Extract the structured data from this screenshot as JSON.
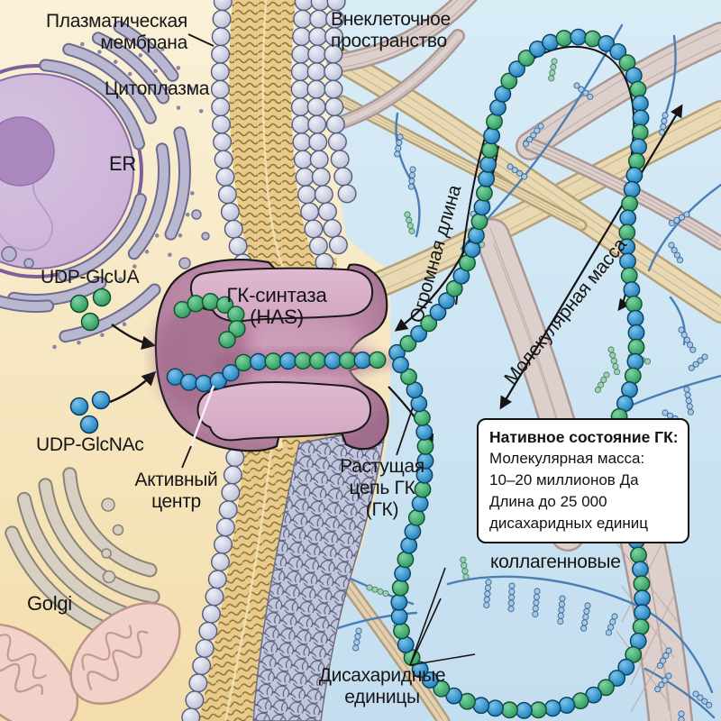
{
  "labels": {
    "plasma_membrane": [
      "Плазматическая",
      "мембрана"
    ],
    "cytoplasm": "Цитоплазма",
    "er": "ER",
    "udp_glcua": "UDP-GlcUA",
    "udp_glcnac": "UDP-GlcNAc",
    "active_center": [
      "Активный",
      "центр"
    ],
    "golgi": "Golgi",
    "extracellular_space": [
      "Внеклеточное",
      "пространство"
    ],
    "has_synthase": [
      "ГК-синтаза",
      "(HAS)"
    ],
    "huge_length": "Огромная длина",
    "molecular_mass": "Молекулярная масса",
    "growing_chain": [
      "Растущая",
      "цепь ГК",
      "(ГК)"
    ],
    "collagen": "коллагенновые",
    "disaccharide_units": [
      "Дисахаридные",
      "единицы"
    ]
  },
  "info_box": {
    "title": "Нативное состояние ГК:",
    "lines": [
      "Молекулярная масса:",
      "10–20 миллионов Да",
      "Длина до 25 000",
      "дисахаридных единиц"
    ]
  },
  "colors": {
    "cytoplasm_bg_top": "#faf1d8",
    "cytoplasm_bg_bottom": "#f3ddab",
    "extracellular_bg_top": "#d8ecf6",
    "extracellular_bg_bottom": "#c3def0",
    "bead_green": "#2c9a5b",
    "bead_green_hi": "#7fd3a4",
    "bead_green_stroke": "#11502c",
    "bead_blue": "#1b7fbe",
    "bead_blue_hi": "#7ec4ea",
    "bead_blue_stroke": "#0c3e5e",
    "membrane_head": "#bcc0d6",
    "membrane_head_hi": "#eef0f8",
    "membrane_head_stroke": "#565b79",
    "membrane_tail_band": "#e8cb8b",
    "membrane_tail_line": "#6f5420",
    "sheet_bg": "#9298b6",
    "enzyme": "#c18fab",
    "enzyme_edge": "#a06c8e",
    "enzyme_dark": "#8e5478",
    "enzyme_light": "#d4a6c0",
    "lobe_light": "#dfbad1",
    "lobe_light2": "#d2a6c1",
    "outline": "#191919",
    "nucleus": "#cbb2d8",
    "nucleolus": "#aa88bf",
    "envelope": "#7d5f9d",
    "er_fill": "#bab7d1",
    "er_stroke": "#6e6b8f",
    "golgi_fill": "#d7d0c2",
    "golgi_stroke": "#8a8474",
    "mito_fill": "#f1d2c8",
    "mito_stroke": "#bd9289",
    "mito_inner": "#c59b91",
    "collagen_tan_core": "#e9d9b3",
    "collagen_tan_edge": "#b5a075",
    "collagen_pink_core": "#ddd0cc",
    "collagen_pink_edge": "#ab9894",
    "pg_stem": "#4a7fb5",
    "string_blue": "#aac9e4",
    "string_blue_stroke": "#3f6f9f",
    "string_green": "#9ed0b5",
    "string_green_stroke": "#4d8a6a",
    "arrow": "#141414"
  }
}
